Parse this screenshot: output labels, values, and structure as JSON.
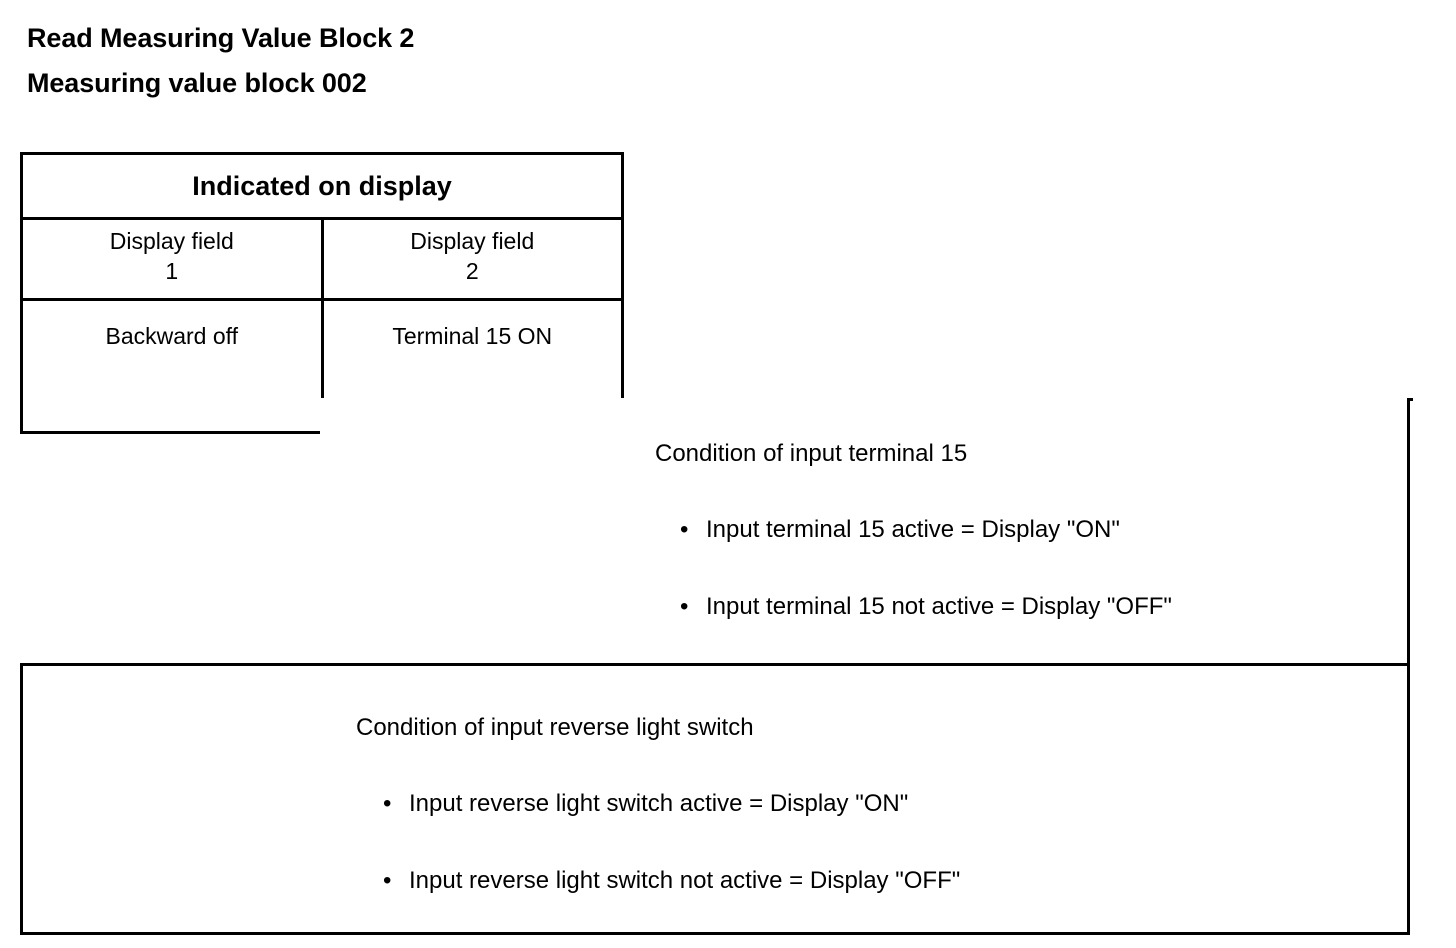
{
  "titles": {
    "line1": "Read Measuring Value Block 2",
    "line2": "Measuring value block 002"
  },
  "table": {
    "merged_header": "Indicated on display",
    "column_headers": [
      {
        "label": "Display field",
        "number": "1"
      },
      {
        "label": "Display field",
        "number": "2"
      }
    ],
    "rows": [
      {
        "field1": "Backward off",
        "field2": "Terminal 15 ON"
      }
    ]
  },
  "descriptions": [
    {
      "id": "terminal-15",
      "heading": "Condition of input terminal 15",
      "bullet_glyph": "•",
      "bullets": [
        "Input terminal 15 active = Display \"ON\"",
        "Input terminal 15 not active = Display \"OFF\""
      ]
    },
    {
      "id": "reverse-light-switch",
      "heading": "Condition of input reverse light switch",
      "bullet_glyph": "•",
      "bullets": [
        "Input reverse light switch active = Display \"ON\"",
        "Input reverse light switch not active = Display \"OFF\""
      ]
    }
  ],
  "colors": {
    "line": "#000000",
    "text": "#000000",
    "background": "#ffffff"
  }
}
